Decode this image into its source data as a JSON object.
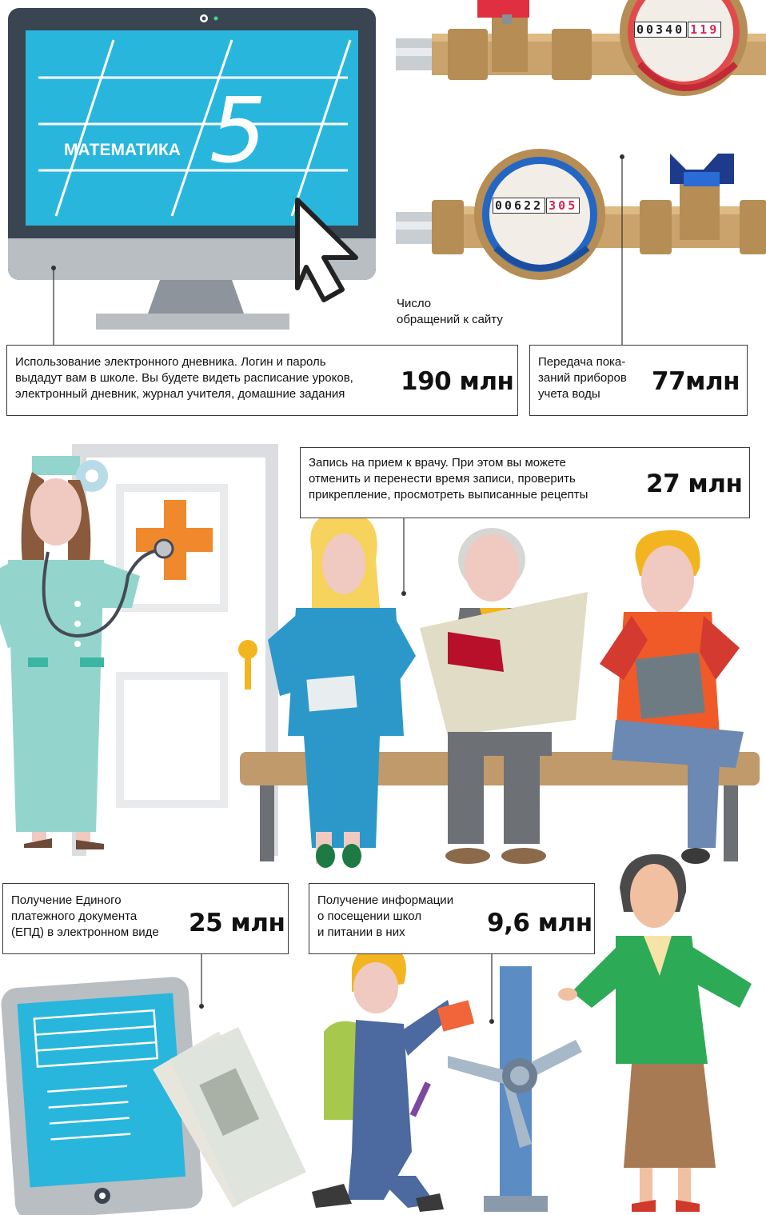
{
  "colors": {
    "screen": "#29b6dc",
    "monitor_dark": "#3a4552",
    "monitor_gray": "#b9bec3",
    "brass": "#c9a36b",
    "nurse_teal": "#93d5cc",
    "cross_orange": "#f0892c",
    "bench": "#c09a6b"
  },
  "monitor": {
    "subject": "МАТЕМАТИКА",
    "grade": "5"
  },
  "meters": {
    "top_white": "00340",
    "top_red": "119",
    "bottom_white": "00622",
    "bottom_red": "305"
  },
  "site_label": "Число\nобращений к сайту",
  "callouts": {
    "diary": {
      "text": "Использование электронного дневника. Логин и пароль\nвыдадут вам в школе.  Вы будете видеть расписание уроков,\nэлектронный дневник, журнал учителя, домашние задания",
      "value": "190 млн"
    },
    "water": {
      "text": "Передача пока-\nзаний приборов\nучета воды",
      "value": "77млн"
    },
    "doctor": {
      "text": "Запись на прием к врачу. При этом вы можете\nотменить и перенести время записи, проверить\nприкрепление, просмотреть выписанные рецепты",
      "value": "27 млн"
    },
    "epd": {
      "text": "Получение Единого\nплатежного документа\n(ЕПД) в электронном виде",
      "value": "25 млн"
    },
    "school": {
      "text": "Получение информации\nо посещении школ\nи питании в них",
      "value": "9,6 млн"
    }
  }
}
